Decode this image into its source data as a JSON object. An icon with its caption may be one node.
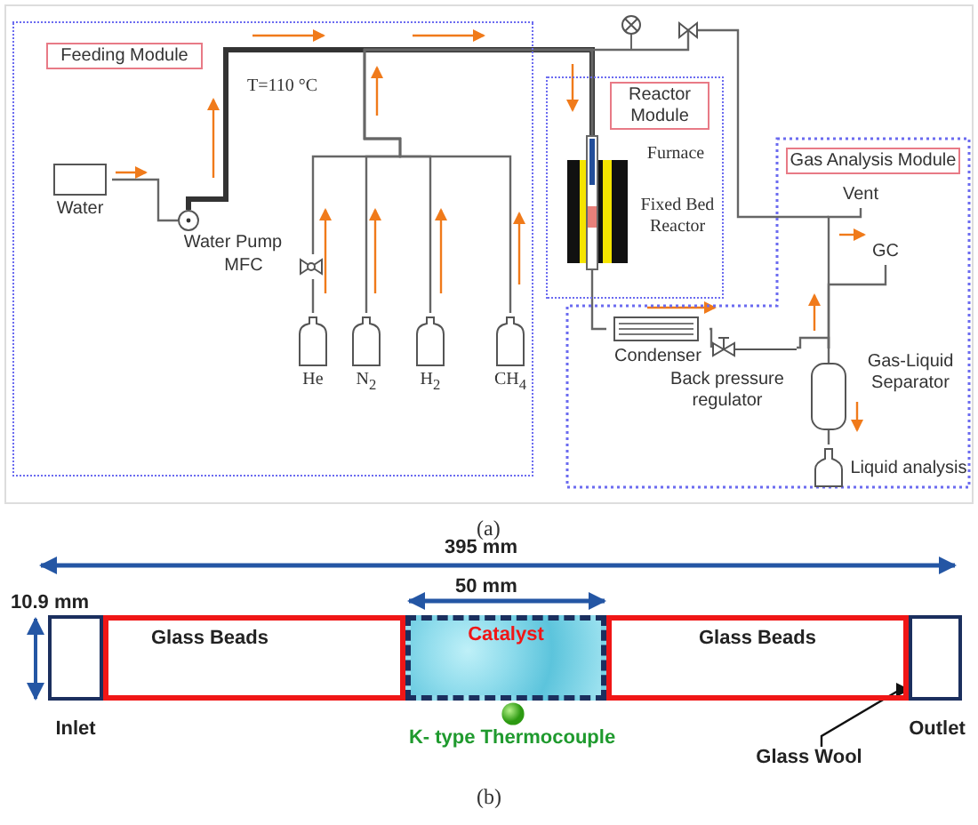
{
  "diagram": {
    "nodes": [
      {
        "text": [
          "Feeding Module"
        ]
      },
      {
        "text": [
          "Water"
        ],
        "in": 0
      },
      {
        "text": [
          "Water Pump"
        ],
        "in": 0
      },
      {
        "text": [
          "MFC"
        ],
        "in": 0
      },
      {
        "text": [
          "He"
        ],
        "in": 0
      },
      {
        "text": [
          "N$_{2}$"
        ],
        "in": 0
      },
      {
        "text": [
          "H$_{2}$"
        ],
        "in": 0
      },
      {
        "text": [
          "CH$_{4}$"
        ],
        "in": 0
      },
      {
        "text": [
          "Reactor Module"
        ]
      },
      {
        "text": [
          "Furnace",
          "Fixed Bed Reactor"
        ],
        "in": 8
      },
      {
        "text": [
          "Gas Analysis Module"
        ]
      },
      {
        "text": [
          "Condenser"
        ],
        "in": 10
      },
      {
        "text": [
          "Back pressure regulator"
        ],
        "in": 10
      },
      {
        "text": [
          "Gas-Liquid Separator"
        ],
        "in": 10
      },
      {
        "text": [
          "Liquid analysis"
        ],
        "in": 10
      },
      {
        "text": [
          "Vent"
        ],
        "in": 10
      },
      {
        "text": [
          "GC"
        ],
        "in": 10
      },
      {
        "text": [
          "Inlet"
        ]
      },
      {
        "text": [
          "Glass Beads"
        ]
      },
      {
        "text": [
          "Catalyst"
        ]
      },
      {
        "text": [
          "Glass Beads"
        ]
      },
      {
        "text": [
          "Outlet"
        ]
      },
      {
        "text": [
          "Glass Wool"
        ]
      },
      {
        "text": [
          "K- type Thermocouple"
        ]
      }
    ],
    "edges": [
      {
        "from": 1,
        "to": 2,
        "arrow": "none"
      },
      {
        "from": 2,
        "to": 9,
        "arrow": "none",
        "style": "thick"
      },
      {
        "from": 4,
        "to": 3,
        "arrow": "none"
      },
      {
        "from": 3,
        "to": 9,
        "arrow": "none"
      },
      {
        "from": 5,
        "to": 9,
        "arrow": "none"
      },
      {
        "from": 6,
        "to": 9,
        "arrow": "none"
      },
      {
        "from": 7,
        "to": 9,
        "arrow": "none"
      },
      {
        "from": 9,
        "to": 11,
        "arrow": "none"
      },
      {
        "from": 11,
        "to": 12,
        "arrow": "none"
      },
      {
        "from": 12,
        "to": 13,
        "arrow": "none"
      },
      {
        "from": 13,
        "to": 14,
        "arrow": "none"
      },
      {
        "from": 13,
        "to": 16,
        "arrow": "none"
      },
      {
        "from": 13,
        "to": 15,
        "arrow": "none"
      },
      {
        "from": 22,
        "to": 21,
        "arrow": "to"
      }
    ],
    "labels": [
      "T=110 °C",
      "(a)",
      "395 mm",
      "50 mm",
      "10.9 mm",
      "(b)"
    ]
  }
}
